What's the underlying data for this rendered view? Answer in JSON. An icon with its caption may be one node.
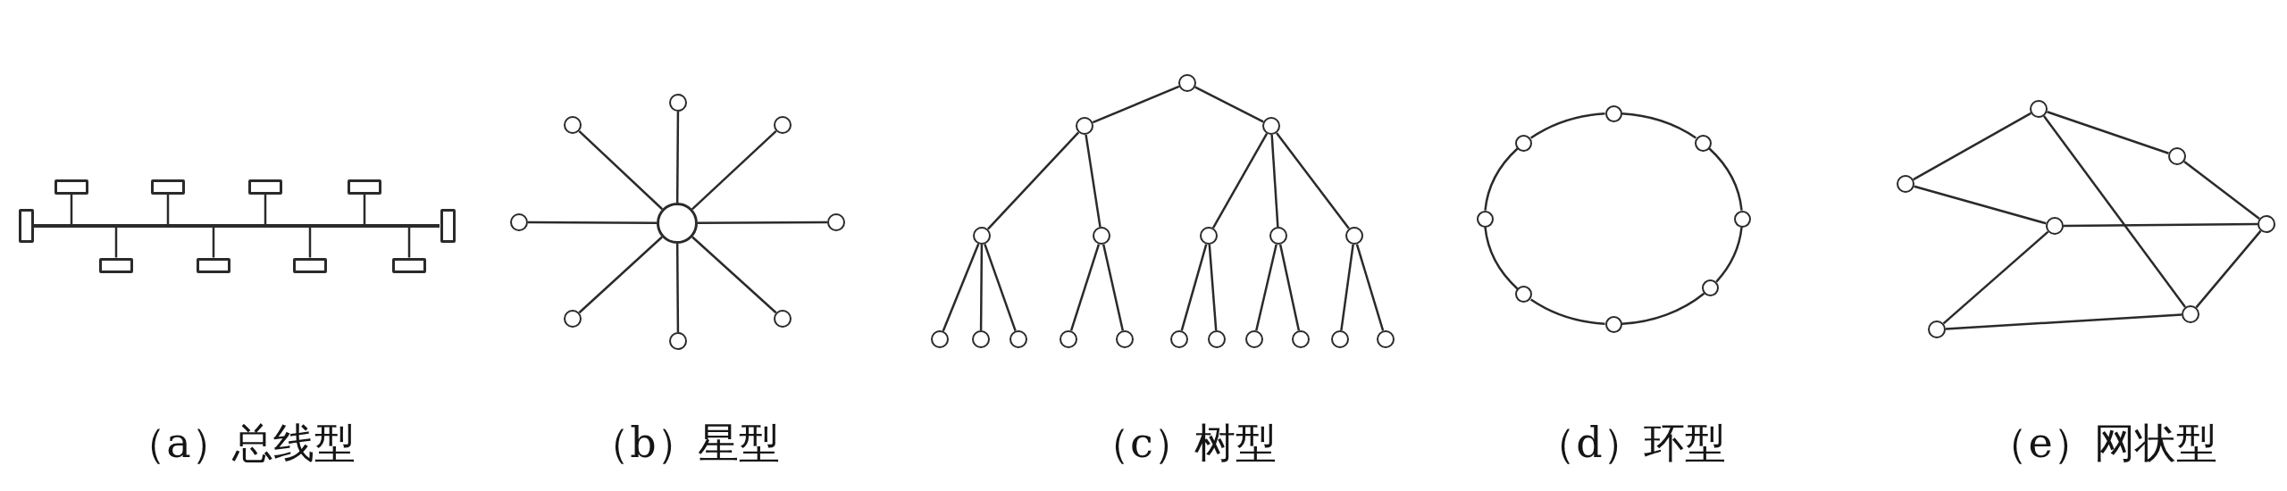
{
  "diagram": {
    "nodes": [
      {
        "text": [],
        "shape": "box"
      },
      {
        "text": [],
        "shape": "box"
      },
      {
        "text": [],
        "shape": "box"
      },
      {
        "text": [],
        "shape": "box"
      },
      {
        "text": [],
        "shape": "box"
      },
      {
        "text": [],
        "shape": "bar"
      },
      {
        "text": [],
        "shape": "box"
      },
      {
        "text": [],
        "shape": "box"
      },
      {
        "text": [],
        "shape": "box"
      },
      {
        "text": [],
        "shape": "box"
      },
      {
        "text": [],
        "shape": "box"
      },
      {
        "text": [],
        "shape": "circle"
      },
      {
        "text": [],
        "shape": "circle"
      },
      {
        "text": [],
        "shape": "circle"
      },
      {
        "text": [],
        "shape": "circle"
      },
      {
        "text": [],
        "shape": "circle"
      },
      {
        "text": [],
        "shape": "circle"
      },
      {
        "text": [],
        "shape": "circle"
      },
      {
        "text": [],
        "shape": "circle"
      },
      {
        "text": [],
        "shape": "circle"
      },
      {
        "text": [],
        "shape": "circle"
      },
      {
        "text": [],
        "shape": "circle"
      },
      {
        "text": [],
        "shape": "circle"
      },
      {
        "text": [],
        "shape": "circle"
      },
      {
        "text": [],
        "shape": "circle"
      },
      {
        "text": [],
        "shape": "circle"
      },
      {
        "text": [],
        "shape": "circle"
      },
      {
        "text": [],
        "shape": "circle"
      },
      {
        "text": [],
        "shape": "circle"
      },
      {
        "text": [],
        "shape": "circle"
      },
      {
        "text": [],
        "shape": "circle"
      },
      {
        "text": [],
        "shape": "circle"
      },
      {
        "text": [],
        "shape": "circle"
      },
      {
        "text": [],
        "shape": "circle"
      },
      {
        "text": [],
        "shape": "circle"
      },
      {
        "text": [],
        "shape": "circle"
      },
      {
        "text": [],
        "shape": "circle"
      },
      {
        "text": [],
        "shape": "circle"
      },
      {
        "text": [],
        "shape": "circle"
      },
      {
        "text": [],
        "shape": "circle"
      },
      {
        "text": [],
        "shape": "circle"
      },
      {
        "text": [],
        "shape": "circle"
      },
      {
        "text": [],
        "shape": "circle"
      },
      {
        "text": [],
        "shape": "circle"
      },
      {
        "text": [],
        "shape": "circle"
      },
      {
        "text": [],
        "shape": "circle"
      },
      {
        "text": [],
        "shape": "circle"
      },
      {
        "text": [],
        "shape": "circle"
      },
      {
        "text": [],
        "shape": "circle"
      },
      {
        "text": [],
        "shape": "circle"
      },
      {
        "text": [],
        "shape": "circle"
      },
      {
        "text": [],
        "shape": "circle"
      },
      {
        "text": [],
        "shape": "circle"
      },
      {
        "text": [],
        "shape": "circle"
      }
    ],
    "edges": [
      {
        "from": 0,
        "to": 5,
        "arrow": "none"
      },
      {
        "from": 7,
        "to": 5,
        "arrow": "none"
      },
      {
        "from": 1,
        "to": 5,
        "arrow": "none"
      },
      {
        "from": 8,
        "to": 5,
        "arrow": "none"
      },
      {
        "from": 2,
        "to": 5,
        "arrow": "none"
      },
      {
        "from": 9,
        "to": 5,
        "arrow": "none"
      },
      {
        "from": 3,
        "to": 5,
        "arrow": "none"
      },
      {
        "from": 10,
        "to": 5,
        "arrow": "none"
      },
      {
        "from": 15,
        "to": 11,
        "arrow": "none"
      },
      {
        "from": 15,
        "to": 13,
        "arrow": "none"
      },
      {
        "from": 15,
        "to": 16,
        "arrow": "none"
      },
      {
        "from": 15,
        "to": 18,
        "arrow": "none"
      },
      {
        "from": 15,
        "to": 19,
        "arrow": "none"
      },
      {
        "from": 15,
        "to": 17,
        "arrow": "none"
      },
      {
        "from": 15,
        "to": 14,
        "arrow": "none"
      },
      {
        "from": 15,
        "to": 12,
        "arrow": "none"
      },
      {
        "from": 20,
        "to": 21,
        "arrow": "none"
      },
      {
        "from": 20,
        "to": 22,
        "arrow": "none"
      },
      {
        "from": 21,
        "to": 23,
        "arrow": "none"
      },
      {
        "from": 21,
        "to": 24,
        "arrow": "none"
      },
      {
        "from": 22,
        "to": 25,
        "arrow": "none"
      },
      {
        "from": 22,
        "to": 26,
        "arrow": "none"
      },
      {
        "from": 22,
        "to": 27,
        "arrow": "none"
      },
      {
        "from": 23,
        "to": 28,
        "arrow": "none"
      },
      {
        "from": 23,
        "to": 29,
        "arrow": "none"
      },
      {
        "from": 23,
        "to": 30,
        "arrow": "none"
      },
      {
        "from": 24,
        "to": 31,
        "arrow": "none"
      },
      {
        "from": 24,
        "to": 32,
        "arrow": "none"
      },
      {
        "from": 25,
        "to": 33,
        "arrow": "none"
      },
      {
        "from": 25,
        "to": 34,
        "arrow": "none"
      },
      {
        "from": 26,
        "to": 35,
        "arrow": "none"
      },
      {
        "from": 26,
        "to": 36,
        "arrow": "none"
      },
      {
        "from": 27,
        "to": 37,
        "arrow": "none"
      },
      {
        "from": 27,
        "to": 38,
        "arrow": "none"
      },
      {
        "from": 39,
        "to": 41,
        "arrow": "none"
      },
      {
        "from": 41,
        "to": 43,
        "arrow": "none"
      },
      {
        "from": 43,
        "to": 45,
        "arrow": "none"
      },
      {
        "from": 45,
        "to": 46,
        "arrow": "none"
      },
      {
        "from": 46,
        "to": 44,
        "arrow": "none"
      },
      {
        "from": 44,
        "to": 42,
        "arrow": "none"
      },
      {
        "from": 42,
        "to": 40,
        "arrow": "none"
      },
      {
        "from": 40,
        "to": 39,
        "arrow": "none"
      },
      {
        "from": 47,
        "to": 49,
        "arrow": "none"
      },
      {
        "from": 47,
        "to": 48,
        "arrow": "none"
      },
      {
        "from": 47,
        "to": 52,
        "arrow": "none"
      },
      {
        "from": 49,
        "to": 50,
        "arrow": "none"
      },
      {
        "from": 50,
        "to": 51,
        "arrow": "none"
      },
      {
        "from": 50,
        "to": 53,
        "arrow": "none"
      },
      {
        "from": 48,
        "to": 51,
        "arrow": "none"
      },
      {
        "from": 51,
        "to": 52,
        "arrow": "none"
      },
      {
        "from": 53,
        "to": 52,
        "arrow": "none"
      }
    ],
    "labels": [
      "（a）总线型",
      "（b）星型",
      "（c）树型",
      "（d）环型",
      "（e）网状型"
    ]
  }
}
